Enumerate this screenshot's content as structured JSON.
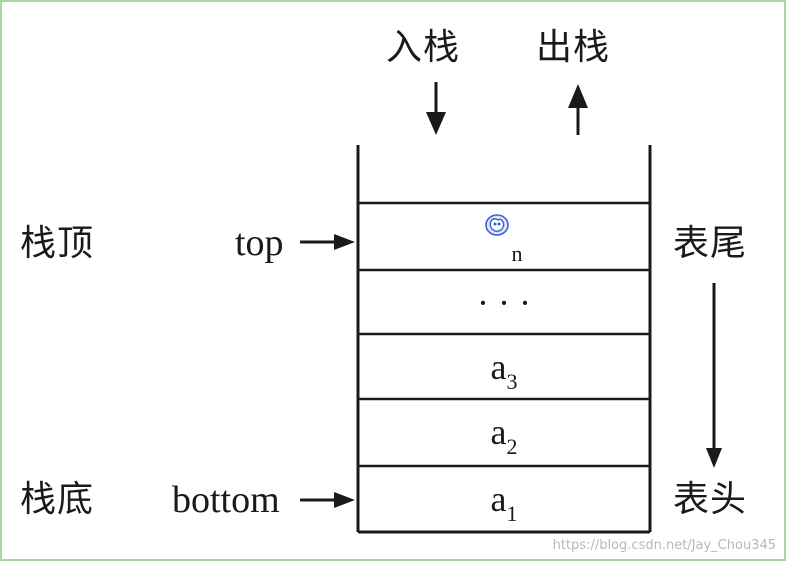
{
  "labels": {
    "push": "入栈",
    "pop": "出栈",
    "stack_top": "栈顶",
    "stack_bottom": "栈底",
    "top": "top",
    "bottom": "bottom",
    "table_tail": "表尾",
    "table_head": "表头"
  },
  "cells": [
    {
      "base": "",
      "sub": "n"
    },
    {
      "base": "· · ·",
      "sub": ""
    },
    {
      "base": "a",
      "sub": "3"
    },
    {
      "base": "a",
      "sub": "2"
    },
    {
      "base": "a",
      "sub": "1"
    }
  ],
  "watermark": "https://blog.csdn.net/Jay_Chou345",
  "colors": {
    "border": "#a8d8a0",
    "line": "#1a1a1a",
    "cursor": "#3a5fd0"
  },
  "icons": {
    "cursor": "hand-cursor-icon"
  }
}
